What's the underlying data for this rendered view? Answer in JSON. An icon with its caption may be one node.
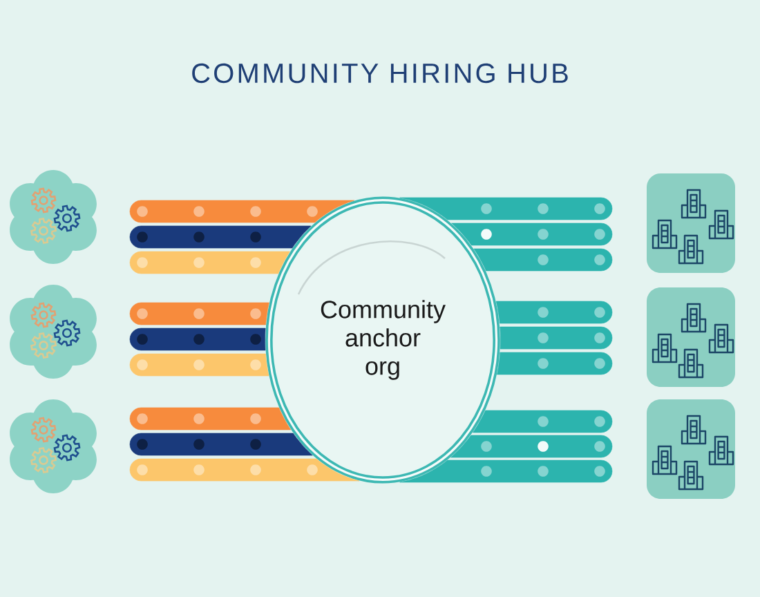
{
  "diagram": {
    "title": "COMMUNITY HIRING HUB",
    "nodes": [
      {
        "text": [
          "Community anchor org"
        ]
      },
      {
        "text": [],
        "shape": "picture"
      },
      {
        "text": [],
        "shape": "picture"
      },
      {
        "text": [],
        "shape": "picture"
      },
      {
        "text": [],
        "shape": "picture"
      },
      {
        "text": [],
        "shape": "picture"
      },
      {
        "text": [],
        "shape": "picture"
      }
    ],
    "edges": [
      {
        "from": 1,
        "to": 0,
        "arrow": "none",
        "color": "#f78b3d"
      },
      {
        "from": 1,
        "to": 0,
        "arrow": "none",
        "color": "#1a3a7c"
      },
      {
        "from": 1,
        "to": 0,
        "arrow": "none",
        "color": "#fcc66b"
      },
      {
        "from": 2,
        "to": 0,
        "arrow": "none",
        "color": "#f78b3d"
      },
      {
        "from": 2,
        "to": 0,
        "arrow": "none",
        "color": "#1a3a7c"
      },
      {
        "from": 2,
        "to": 0,
        "arrow": "none",
        "color": "#fcc66b"
      },
      {
        "from": 3,
        "to": 0,
        "arrow": "none",
        "color": "#f78b3d"
      },
      {
        "from": 3,
        "to": 0,
        "arrow": "none",
        "color": "#1a3a7c"
      },
      {
        "from": 3,
        "to": 0,
        "arrow": "none",
        "color": "#fcc66b"
      },
      {
        "from": 0,
        "to": 4,
        "arrow": "none"
      },
      {
        "from": 0,
        "to": 4,
        "arrow": "none"
      },
      {
        "from": 0,
        "to": 4,
        "arrow": "none"
      },
      {
        "from": 0,
        "to": 5,
        "arrow": "none"
      },
      {
        "from": 0,
        "to": 5,
        "arrow": "none"
      },
      {
        "from": 0,
        "to": 5,
        "arrow": "none"
      },
      {
        "from": 0,
        "to": 6,
        "arrow": "none"
      },
      {
        "from": 0,
        "to": 6,
        "arrow": "none"
      },
      {
        "from": 0,
        "to": 6,
        "arrow": "none"
      }
    ]
  }
}
